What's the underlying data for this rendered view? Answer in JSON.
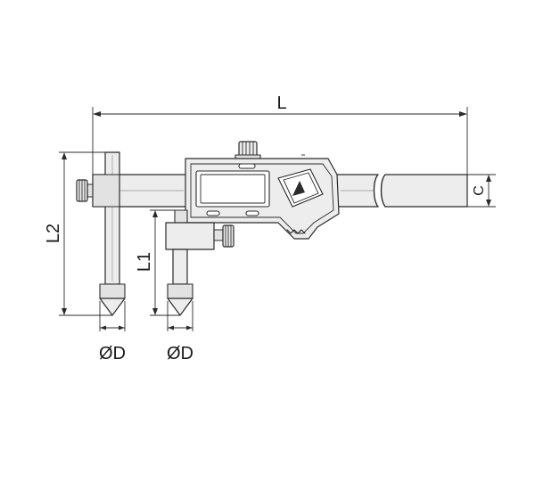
{
  "labels": {
    "length": "L",
    "height": "C",
    "depth_outer": "L2",
    "depth_inner": "L1",
    "tip_diameter_left": "ØD",
    "tip_diameter_right": "ØD"
  }
}
